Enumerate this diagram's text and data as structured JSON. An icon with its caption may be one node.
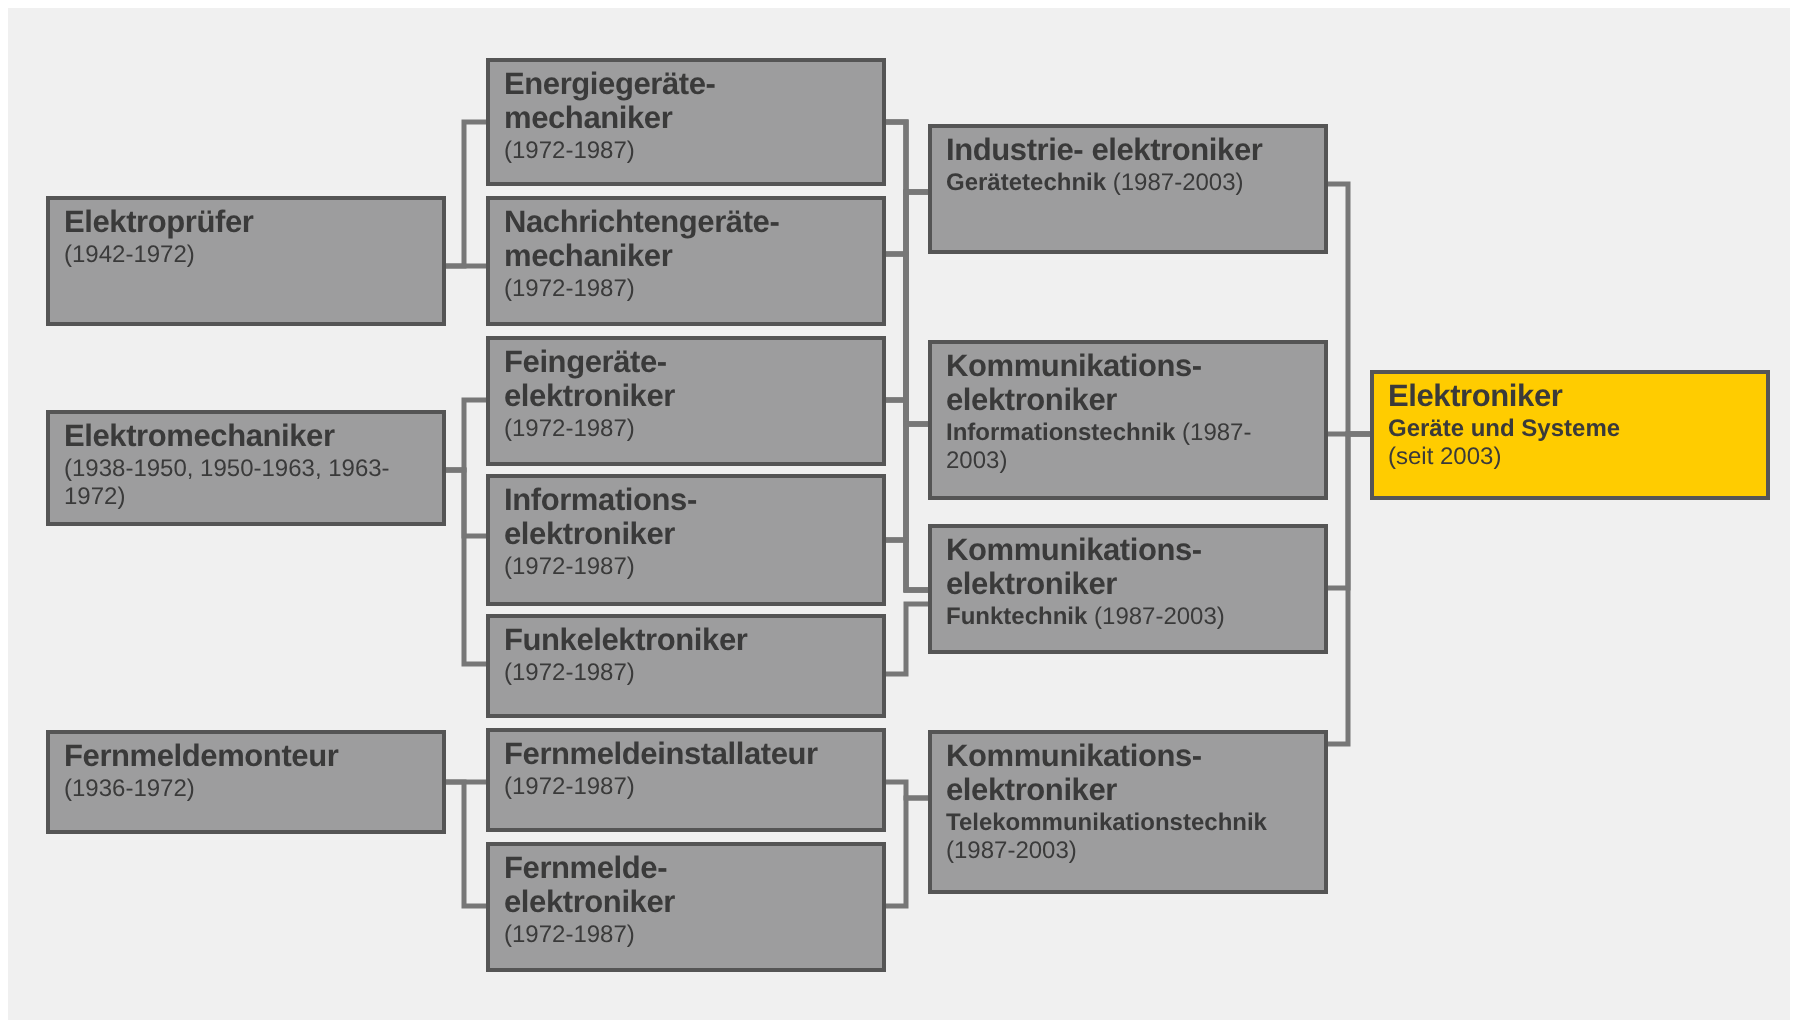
{
  "diagram": {
    "nodes": [
      {
        "text": [
          "Elektroprüfer",
          "(1942-1972)"
        ]
      },
      {
        "text": [
          "Elektromechaniker",
          "(1938-1950, 1950-1963, 1963-1972)"
        ]
      },
      {
        "text": [
          "Fernmeldemonteur",
          "(1936-1972)"
        ]
      },
      {
        "text": [
          "Energiegeräte- mechaniker",
          "(1972-1987)"
        ]
      },
      {
        "text": [
          "Nachrichtengeräte- mechaniker",
          "(1972-1987)"
        ]
      },
      {
        "text": [
          "Feingeräte- elektroniker",
          "(1972-1987)"
        ]
      },
      {
        "text": [
          "Informations- elektroniker",
          "(1972-1987)"
        ]
      },
      {
        "text": [
          "Funkelektroniker",
          "(1972-1987)"
        ]
      },
      {
        "text": [
          "Fernmeldeinstallateur",
          "(1972-1987)"
        ]
      },
      {
        "text": [
          "Fernmelde- elektroniker",
          "(1972-1987)"
        ]
      },
      {
        "text": [
          "Industrie- elektroniker",
          "**Gerätetechnik** (1987-2003)"
        ]
      },
      {
        "text": [
          "Kommunikations- elektroniker",
          "**Informationstechnik** (1987-2003)"
        ]
      },
      {
        "text": [
          "Kommunikations- elektroniker",
          "**Funktechnik** (1987-2003)"
        ]
      },
      {
        "text": [
          "Kommunikations- elektroniker",
          "**Telekommunikationstechnik** (1987-2003)"
        ]
      },
      {
        "text": [
          "Elektroniker",
          "Geräte und Systeme",
          "(seit 2003)"
        ]
      }
    ],
    "edges": [
      {
        "from": 0,
        "to": 3,
        "arrow": "none"
      },
      {
        "from": 0,
        "to": 4,
        "arrow": "none"
      },
      {
        "from": 1,
        "to": 5,
        "arrow": "none"
      },
      {
        "from": 1,
        "to": 6,
        "arrow": "none"
      },
      {
        "from": 1,
        "to": 7,
        "arrow": "none"
      },
      {
        "from": 2,
        "to": 8,
        "arrow": "none"
      },
      {
        "from": 2,
        "to": 9,
        "arrow": "none"
      },
      {
        "from": 3,
        "to": 10,
        "arrow": "none"
      },
      {
        "from": 3,
        "to": 11,
        "arrow": "none"
      },
      {
        "from": 3,
        "to": 12,
        "arrow": "none"
      },
      {
        "from": 4,
        "to": 10,
        "arrow": "none"
      },
      {
        "from": 4,
        "to": 11,
        "arrow": "none"
      },
      {
        "from": 4,
        "to": 12,
        "arrow": "none"
      },
      {
        "from": 5,
        "to": 10,
        "arrow": "none"
      },
      {
        "from": 5,
        "to": 11,
        "arrow": "none"
      },
      {
        "from": 5,
        "to": 12,
        "arrow": "none"
      },
      {
        "from": 6,
        "to": 10,
        "arrow": "none"
      },
      {
        "from": 6,
        "to": 11,
        "arrow": "none"
      },
      {
        "from": 6,
        "to": 12,
        "arrow": "none"
      },
      {
        "from": 7,
        "to": 12,
        "arrow": "none"
      },
      {
        "from": 8,
        "to": 13,
        "arrow": "none"
      },
      {
        "from": 9,
        "to": 13,
        "arrow": "none"
      },
      {
        "from": 10,
        "to": 14,
        "arrow": "none"
      },
      {
        "from": 11,
        "to": 14,
        "arrow": "none"
      },
      {
        "from": 12,
        "to": 14,
        "arrow": "none"
      },
      {
        "from": 13,
        "to": 14,
        "arrow": "none"
      }
    ]
  }
}
